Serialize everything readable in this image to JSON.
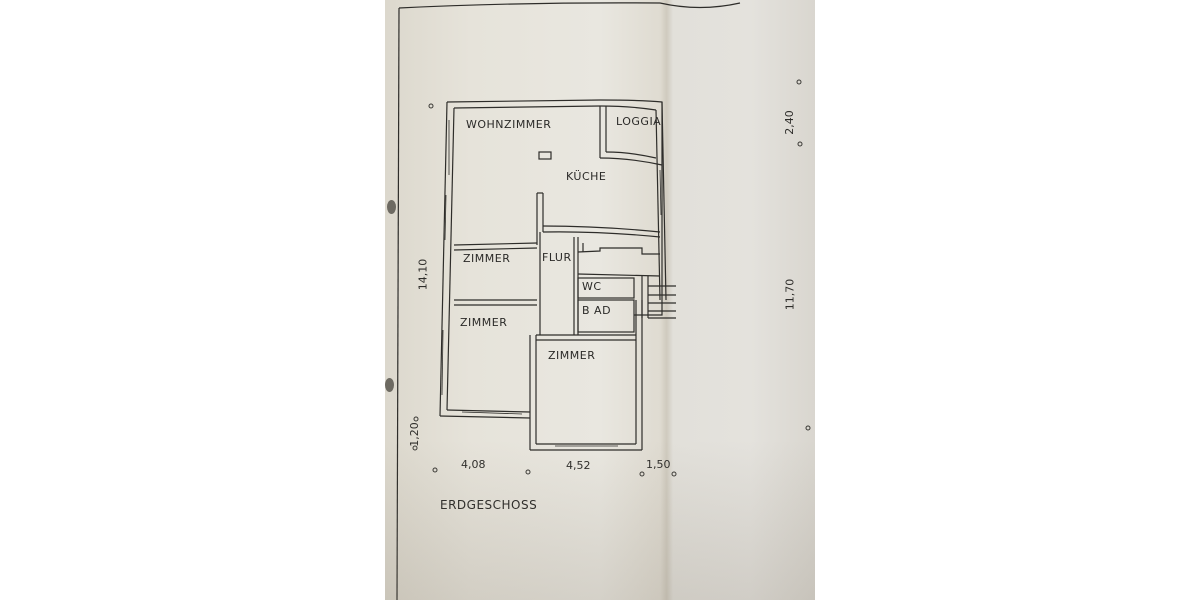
{
  "document": {
    "type": "floor-plan",
    "title": "ERDGESCHOSS",
    "rooms": [
      {
        "id": "wohnzimmer",
        "label": "WOHNZIMMER"
      },
      {
        "id": "loggia",
        "label": "LOGGIA"
      },
      {
        "id": "kueche",
        "label": "KÜCHE"
      },
      {
        "id": "zimmer1",
        "label": "ZIMMER"
      },
      {
        "id": "flur",
        "label": "FLUR"
      },
      {
        "id": "wc",
        "label": "WC"
      },
      {
        "id": "bad",
        "label": "B AD"
      },
      {
        "id": "zimmer2",
        "label": "ZIMMER"
      },
      {
        "id": "zimmer3",
        "label": "ZIMMER"
      }
    ],
    "dimensions": {
      "left_height": "14,10",
      "left_bottom_offset": "1,20",
      "bottom_left_width": "4,08",
      "bottom_mid_width": "4,52",
      "bottom_right_width": "1,50",
      "right_top": "2,40",
      "right_main": "11,70"
    },
    "colors": {
      "paper": "#e7e5de",
      "ink": "#2b2a28"
    }
  }
}
